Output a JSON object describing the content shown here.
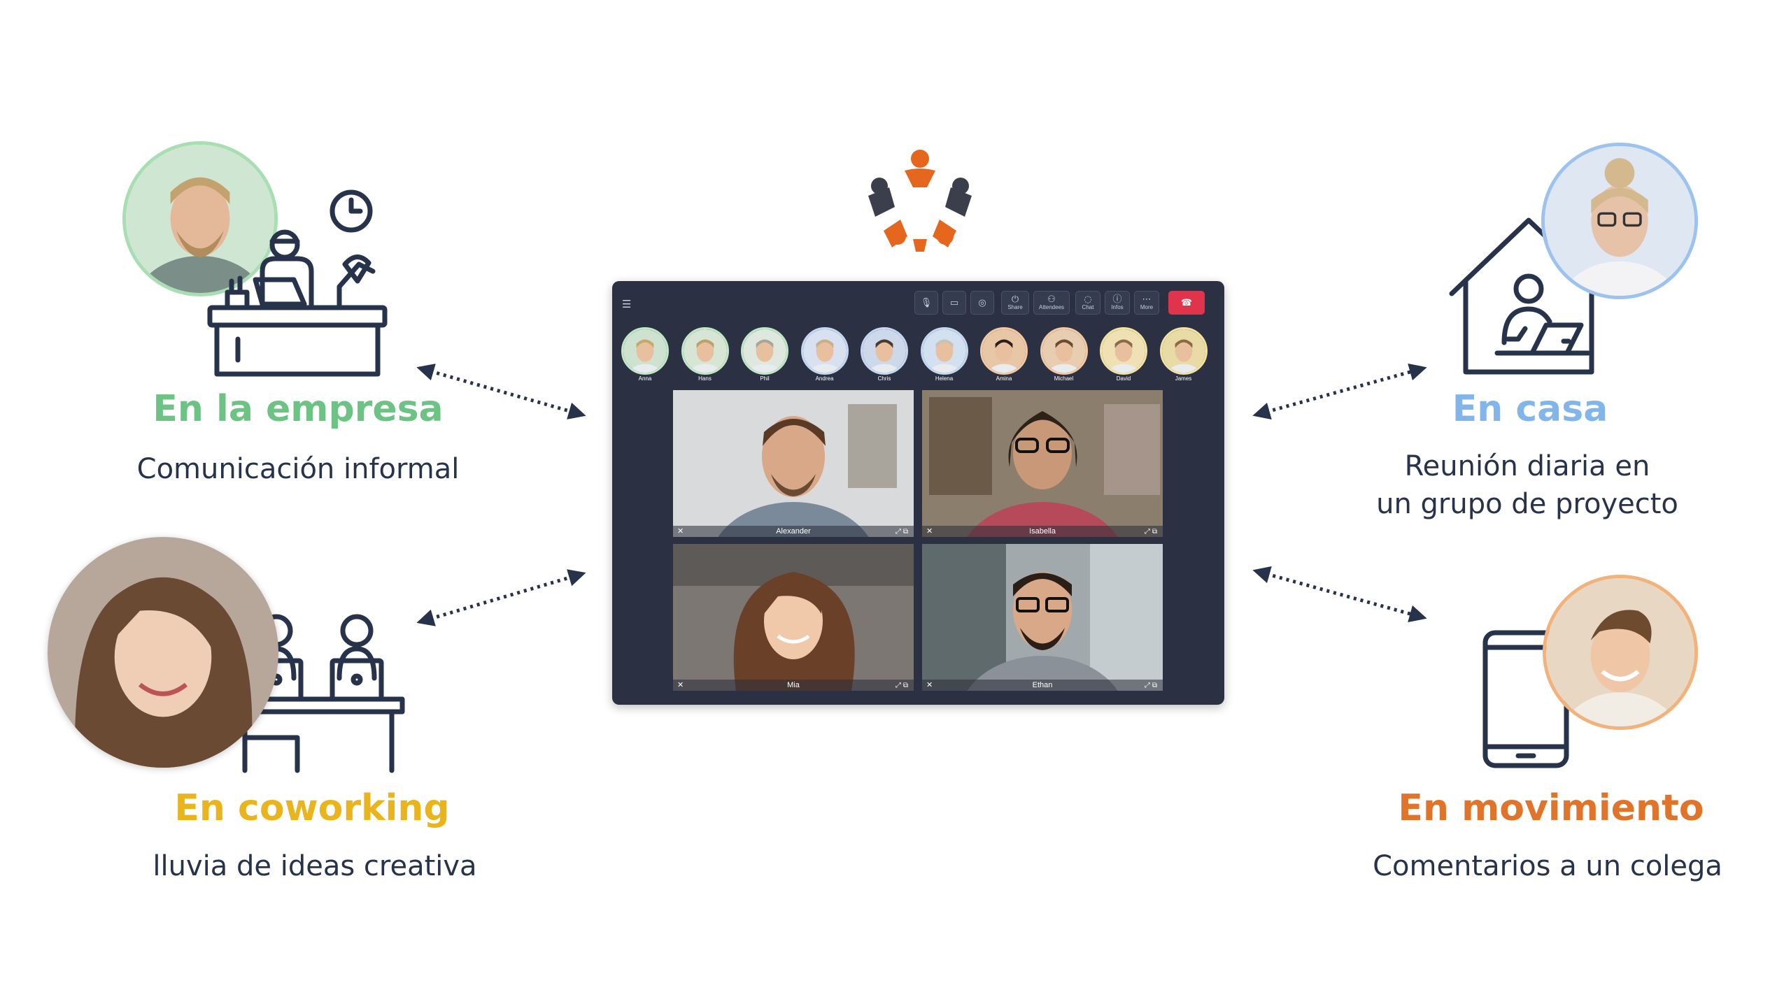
{
  "scenarios": {
    "office": {
      "title": "En la empresa",
      "subtitle_lines": [
        "Comunicación informal"
      ],
      "color": "#6cc383"
    },
    "home": {
      "title": "En casa",
      "subtitle_lines": [
        "Reunión diaria en",
        "un grupo de proyecto"
      ],
      "color": "#82b6ea"
    },
    "cowork": {
      "title": "En coworking",
      "subtitle_lines": [
        "lluvia de ideas creativa"
      ],
      "color": "#eab51c"
    },
    "mobile": {
      "title": "En movimiento",
      "subtitle_lines": [
        "Comentarios a un colega"
      ],
      "color": "#e0742a"
    }
  },
  "colors": {
    "navy": "#26334a",
    "logo_orange": "#e5671e",
    "logo_dark": "#3a3f4b",
    "app_bg": "#2b3142",
    "hangup": "#e0344c"
  },
  "app": {
    "toolbar": {
      "mic_icon": "microphone-icon",
      "camera_icon": "camera-icon",
      "effects_icon": "effects-icon",
      "share": "Share",
      "attendees": "Attendees",
      "chat": "Chat",
      "infos": "Infos",
      "more": "More",
      "hangup_icon": "phone-hangup-icon"
    },
    "participants": [
      "Anna",
      "Hans",
      "Phil",
      "Andrea",
      "Chris",
      "Helena",
      "Amina",
      "Michael",
      "David",
      "James"
    ],
    "tiles": [
      "Alexander",
      "Isabella",
      "Mia",
      "Ethan"
    ]
  }
}
